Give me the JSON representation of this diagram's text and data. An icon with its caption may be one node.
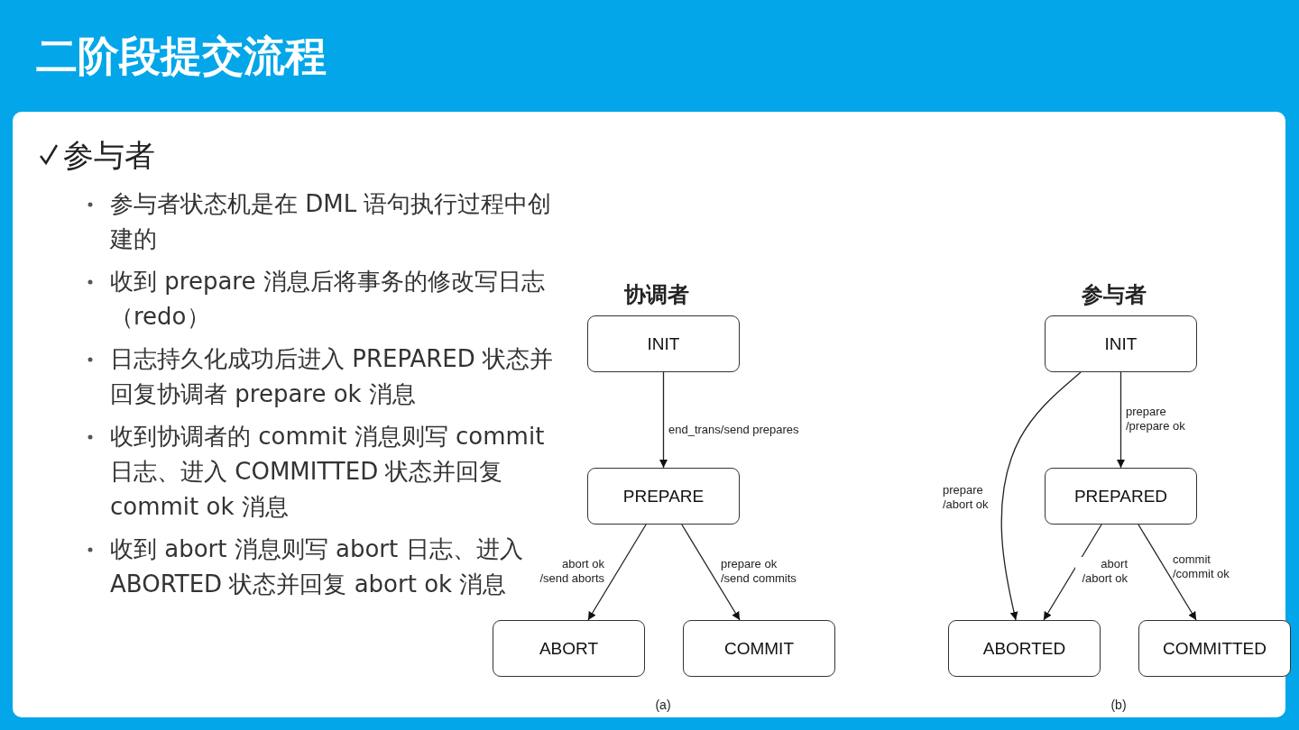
{
  "diagram": {
    "title": "二阶段提交流程",
    "nodes": [
      {
        "text": [
          "INIT"
        ]
      },
      {
        "text": [
          "PREPARE"
        ]
      },
      {
        "text": [
          "ABORT"
        ]
      },
      {
        "text": [
          "COMMIT"
        ]
      },
      {
        "text": [
          "INIT"
        ]
      },
      {
        "text": [
          "PREPARED"
        ]
      },
      {
        "text": [
          "ABORTED"
        ]
      },
      {
        "text": [
          "COMMITTED"
        ]
      }
    ],
    "edges": [
      {
        "from": 0,
        "to": 1,
        "arrow": "to",
        "label": "end_trans/send prepares"
      },
      {
        "from": 1,
        "to": 2,
        "arrow": "to",
        "label": "abort ok /send aborts"
      },
      {
        "from": 1,
        "to": 3,
        "arrow": "to",
        "label": "prepare ok /send commits"
      },
      {
        "from": 4,
        "to": 5,
        "arrow": "to",
        "label": "prepare /prepare ok"
      },
      {
        "from": 4,
        "to": 6,
        "arrow": "to",
        "label": "prepare /abort ok"
      },
      {
        "from": 5,
        "to": 6,
        "arrow": "to",
        "label": "abort /abort ok"
      },
      {
        "from": 5,
        "to": 7,
        "arrow": "to",
        "label": "commit /commit ok"
      }
    ],
    "labels": [
      "参与者",
      "参与者状态机是在 DML 语句执行过程中创建的",
      "收到 prepare 消息后将事务的修改写日志（redo）",
      "日志持久化成功后进入 PREPARED 状态并回复协调者 prepare ok 消息",
      "收到协调者的 commit 消息则写 commit 日志、进入 COMMITTED 状态并回复 commit ok 消息",
      "收到 abort 消息则写 abort 日志、进入 ABORTED 状态并回复 abort ok 消息",
      "协调者",
      "参与者",
      "(a)",
      "(b)"
    ]
  }
}
